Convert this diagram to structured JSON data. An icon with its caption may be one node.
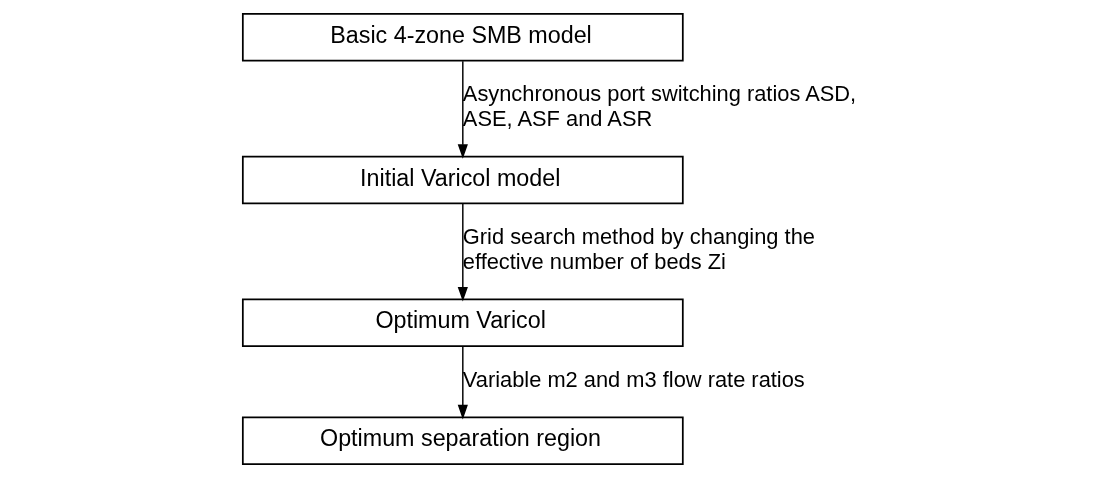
{
  "diagram": {
    "nodes": [
      {
        "text": [
          "Basic 4-zone SMB model"
        ]
      },
      {
        "text": [
          "Initial Varicol model"
        ]
      },
      {
        "text": [
          "Optimum Varicol"
        ]
      },
      {
        "text": [
          "Optimum separation region"
        ]
      }
    ],
    "edges": [
      {
        "from": 0,
        "to": 1,
        "arrow": "to",
        "label": "Asynchronous port switching ratios ASD, ASE, ASF and ASR"
      },
      {
        "from": 1,
        "to": 2,
        "arrow": "to",
        "label": "Grid search method by changing the effective number of beds Zi"
      },
      {
        "from": 2,
        "to": 3,
        "arrow": "to",
        "label": "Variable m2 and m3 flow rate ratios"
      }
    ]
  }
}
